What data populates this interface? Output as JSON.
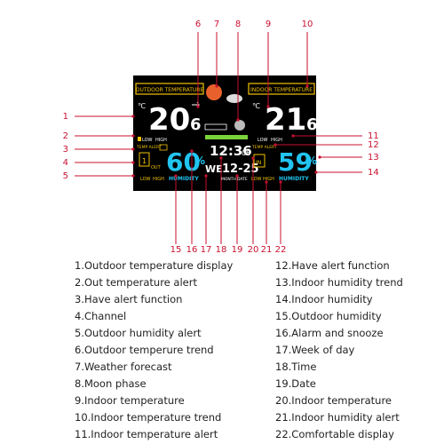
{
  "colors": {
    "callout": "#c8102e",
    "lcd_bg": "#000000",
    "label_yellow": "#f2c200",
    "humidity_cyan": "#21c4f0",
    "lcd_green": "#7bd33b"
  },
  "display": {
    "outdoor_title": "OUTDOOR TEMPERATURE",
    "indoor_title": "INDOOR TEMPERATURE",
    "outdoor_temp_main": "20",
    "outdoor_temp_dec": "6",
    "indoor_temp_main": "21",
    "indoor_temp_dec": "6",
    "temp_unit": "℃",
    "outdoor_humidity": "60",
    "indoor_humidity": "59",
    "humidity_label": "HUMIDITY",
    "percent": "%",
    "time_main": "12:36",
    "time_seconds": "06",
    "weekday": "WE",
    "date": "12-25",
    "month_label": "MONTH",
    "date_label": "DATE",
    "temp_alert_label": "TEMP ALERT",
    "low_label": "LOW",
    "high_label": "HIGH",
    "out_label": "OUT",
    "in_label": "IN",
    "channel_number": "1"
  },
  "callouts": [
    {
      "num": "1"
    },
    {
      "num": "2"
    },
    {
      "num": "3"
    },
    {
      "num": "4"
    },
    {
      "num": "5"
    },
    {
      "num": "6"
    },
    {
      "num": "7"
    },
    {
      "num": "8"
    },
    {
      "num": "9"
    },
    {
      "num": "10"
    },
    {
      "num": "11"
    },
    {
      "num": "12"
    },
    {
      "num": "13"
    },
    {
      "num": "14"
    },
    {
      "num": "15"
    },
    {
      "num": "16"
    },
    {
      "num": "17"
    },
    {
      "num": "18"
    },
    {
      "num": "19"
    },
    {
      "num": "20"
    },
    {
      "num": "21"
    },
    {
      "num": "22"
    }
  ],
  "legend": [
    "1.Outdoor temperature display",
    "2.Out temperature alert",
    "3.Have alert function",
    "4.Channel",
    "5.Outdoor humidity alert",
    "6.Outdoor temperure trend",
    "7.Weather forecast",
    "8.Moon phase",
    "9.Indoor temperature",
    "10.Indoor temperature trend",
    "11.Indoor temperature alert",
    "12.Have alert function",
    "13.Indoor humidity trend",
    "14.Indoor humidity",
    "15.Outdoor humidity",
    "16.Alarm and snooze",
    "17.Week of day",
    "18.Time",
    "19.Date",
    "20.Indoor temperature",
    "21.Indoor humidity alert",
    "22.Comfortable display"
  ]
}
